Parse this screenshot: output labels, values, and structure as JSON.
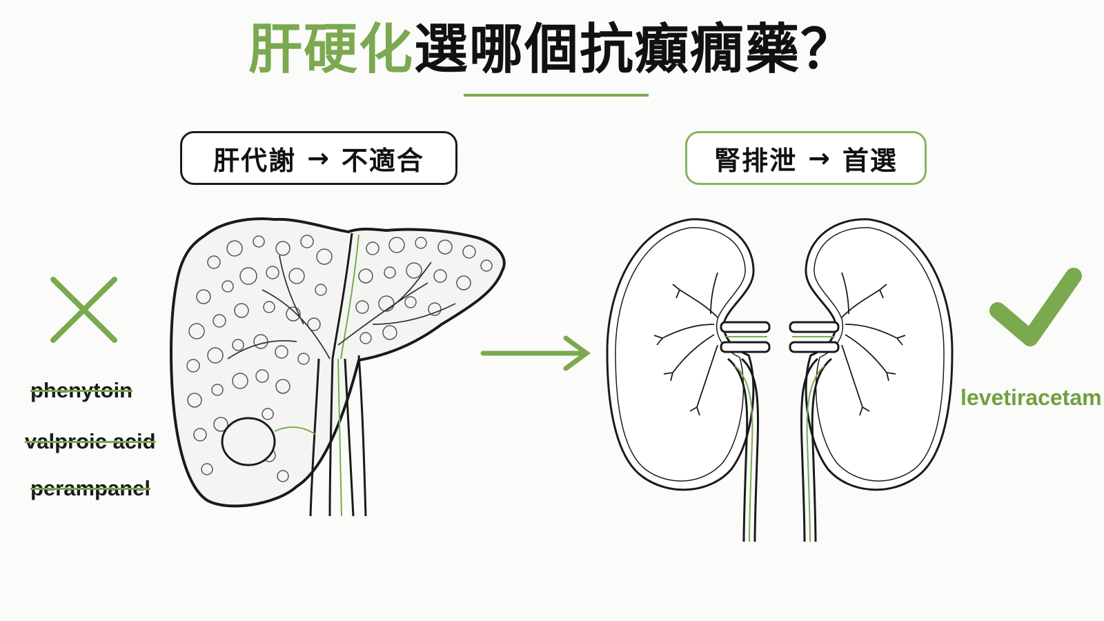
{
  "title": {
    "accent_text": "肝硬化",
    "main_text": "選哪個抗癲癇藥？"
  },
  "left_panel": {
    "badge": {
      "left_text": "肝代謝",
      "arrow": "→",
      "right_text": "不適合"
    },
    "status_icon": "cross-icon",
    "drugs": [
      {
        "name": "phenytoin"
      },
      {
        "name": "valproic acid"
      },
      {
        "name": "perampanel"
      }
    ],
    "illustration": "liver-illustration"
  },
  "right_panel": {
    "badge": {
      "left_text": "腎排泄",
      "arrow": "→",
      "right_text": "首選"
    },
    "status_icon": "check-icon",
    "drugs": [
      {
        "name": "levetiracetam"
      }
    ],
    "illustration": "kidneys-illustration"
  },
  "colors": {
    "accent": "#7aa94f",
    "text": "#111111",
    "outline": "#1a1a1a",
    "background": "#fbfbfa"
  }
}
